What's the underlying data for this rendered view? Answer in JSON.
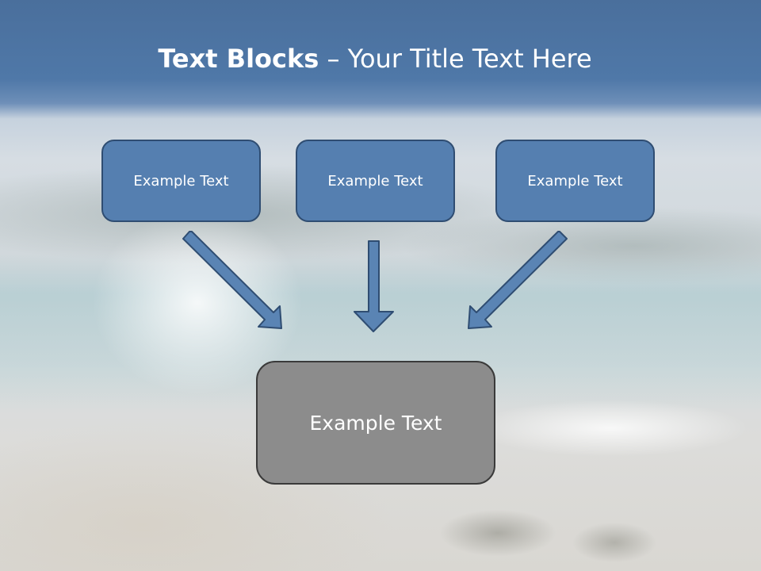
{
  "slide": {
    "title_bold": "Text Blocks",
    "title_rest": " – Your Title Text Here"
  },
  "boxes": {
    "top": [
      "Example Text",
      "Example Text",
      "Example Text"
    ],
    "main": "Example Text"
  },
  "colors": {
    "header_blue": "#4f78a8",
    "box_blue": "#557fb0",
    "box_border": "#2f4d72",
    "main_box_gray": "#8c8c8c",
    "arrow_fill": "#5a84b4"
  },
  "icons": [
    "arrow-down-right-icon",
    "arrow-down-icon",
    "arrow-down-left-icon"
  ]
}
